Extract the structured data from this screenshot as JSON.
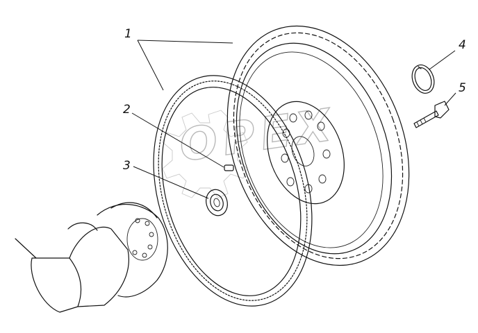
{
  "callouts": {
    "c1": "1",
    "c2": "2",
    "c3": "3",
    "c4": "4",
    "c5": "5"
  },
  "watermark": {
    "text": "OPEX"
  },
  "icons": {
    "watermark_gear": "gear-icon"
  }
}
